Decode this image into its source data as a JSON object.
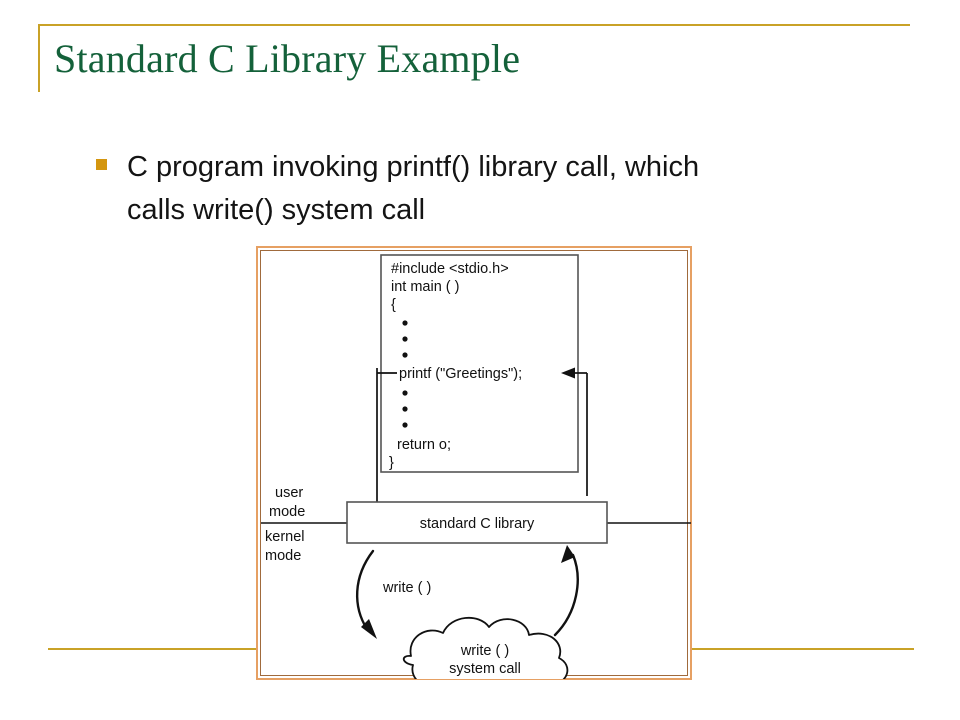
{
  "slide": {
    "title": "Standard C Library Example",
    "title_color": "#14613a",
    "accent_rule_color": "#c9a227",
    "bullet_marker_color": "#d4960f",
    "bullets": [
      "C program invoking printf() library call, which calls write() system call"
    ]
  },
  "figure": {
    "frame_color_outer": "#e6a063",
    "frame_color_inner": "#a06a3c",
    "code_box": {
      "lines": [
        "#include <stdio.h>",
        "int main ( )",
        "{",
        "•",
        "•",
        "•",
        "printf (\"Greetings\");",
        "•",
        "•",
        "•",
        "return o;",
        "}"
      ],
      "line_1": "#include <stdio.h>",
      "line_2": "int main ( )",
      "line_3": "{",
      "line_printf": "printf (\"Greetings\");",
      "line_return": "return o;",
      "line_close": "}"
    },
    "mode_labels": {
      "user_line1": "user",
      "user_line2": "mode",
      "kernel_line1": "kernel",
      "kernel_line2": "mode"
    },
    "library_box_label": "standard C library",
    "write_call_label": "write ( )",
    "cloud": {
      "line1": "write ( )",
      "line2": "system call"
    }
  }
}
